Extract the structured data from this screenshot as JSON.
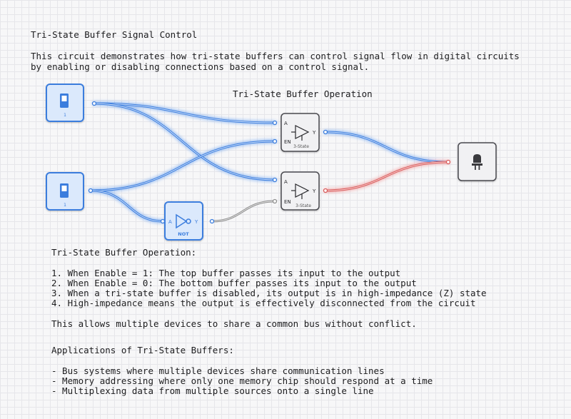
{
  "header": {
    "title": "Tri-State Buffer Signal Control",
    "description_line1": "This circuit demonstrates how tri-state buffers can control signal flow in digital circuits",
    "description_line2": "by enabling or disabling connections based on a control signal."
  },
  "circuit": {
    "title": "Tri-State Buffer Operation",
    "switch_top": {
      "value": "1"
    },
    "switch_bottom": {
      "value": "1"
    },
    "not_gate": {
      "label": "NOT",
      "pin_in": "A",
      "pin_out": "Y"
    },
    "buffer_top": {
      "label": "3-State",
      "pin_a": "A",
      "pin_en": "EN",
      "pin_y": "Y"
    },
    "buffer_bottom": {
      "label": "3-State",
      "pin_a": "A",
      "pin_en": "EN",
      "pin_y": "Y"
    },
    "output_icon": "light-bulb-icon",
    "colors": {
      "active_wire": "#3b7ddd",
      "conflict_wire": "#e06a6a",
      "inactive_wire": "#9a9a9a",
      "switch_border": "#3b7ddd",
      "switch_fill": "#dbe9fc"
    }
  },
  "notes": {
    "title": "Tri-State Buffer Operation:",
    "steps": [
      "1. When Enable = 1: The top buffer passes its input to the output",
      "2. When Enable = 0: The bottom buffer passes its input to the output",
      "3. When a tri-state buffer is disabled, its output is in high-impedance (Z) state",
      "4. High-impedance means the output is effectively disconnected from the circuit"
    ],
    "summary": "This allows multiple devices to share a common bus without conflict.",
    "applications_title": "Applications of Tri-State Buffers:",
    "applications": [
      "- Bus systems where multiple devices share communication lines",
      "- Memory addressing where only one memory chip should respond at a time",
      "- Multiplexing data from multiple sources onto a single line"
    ]
  }
}
